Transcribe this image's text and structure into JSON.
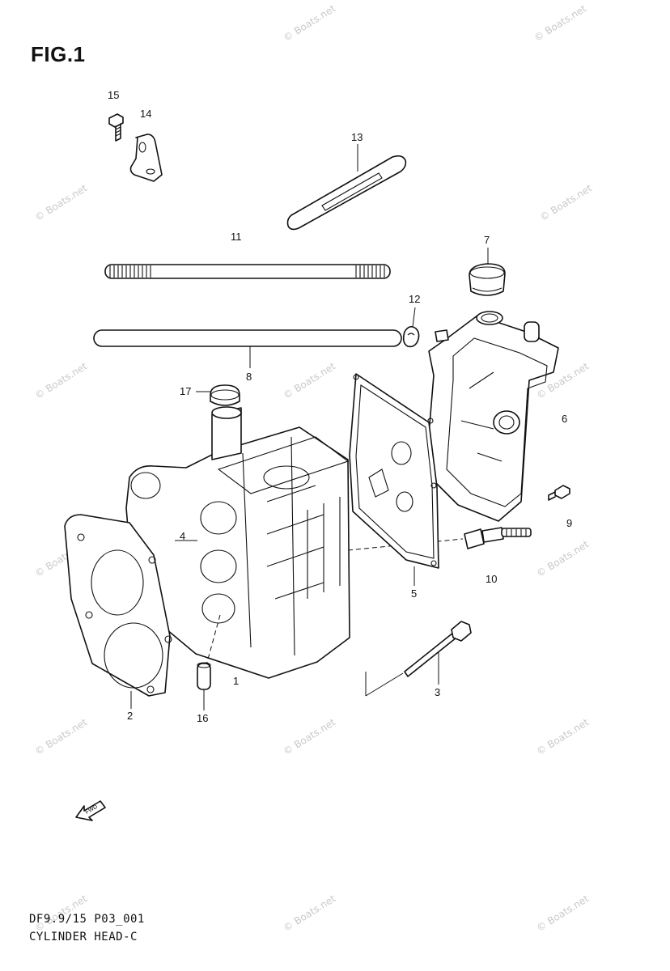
{
  "figure": {
    "title": "FIG.1"
  },
  "callouts": [
    "15",
    "14",
    "13",
    "11",
    "7",
    "12",
    "8",
    "17",
    "6",
    "9",
    "4",
    "10",
    "5",
    "1",
    "3",
    "2",
    "16"
  ],
  "watermark": {
    "text": "© Boats.net"
  },
  "footer": {
    "code": "DF9.9/15 P03_001",
    "section": "CYLINDER HEAD-C"
  },
  "icons": {
    "direction_arrow": "fwd-arrow-icon",
    "direction_text": "FWD"
  }
}
